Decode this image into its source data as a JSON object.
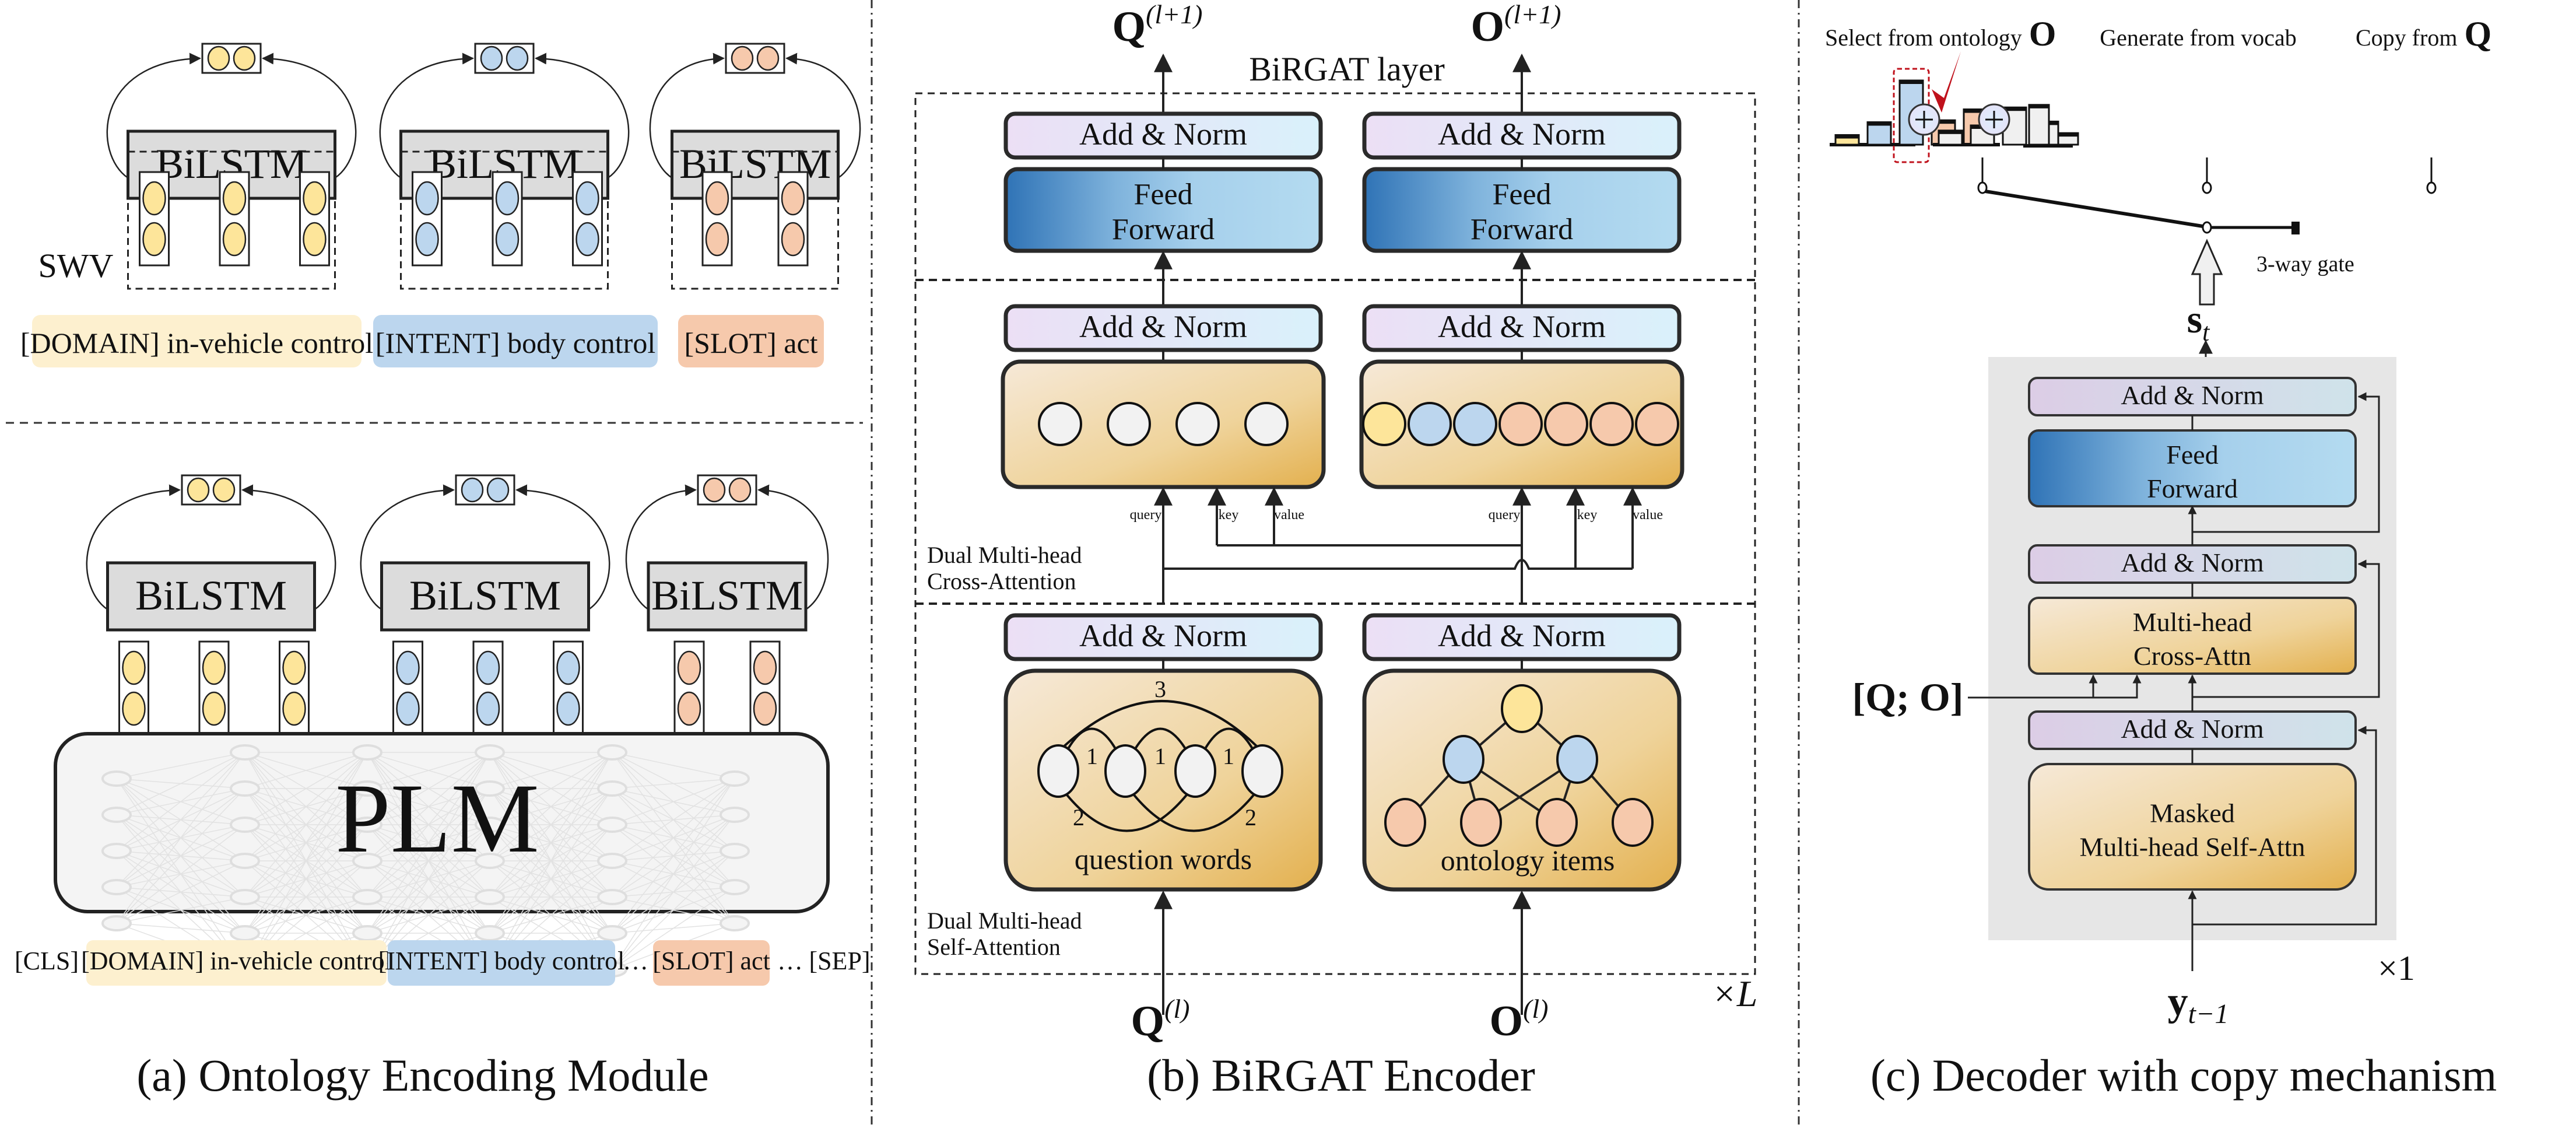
{
  "figure": {
    "panel_a": {
      "caption": "(a) Ontology Encoding Module",
      "top": {
        "swv_label": "SWV",
        "groups": [
          {
            "name": "domain",
            "block_label": "BiLSTM",
            "vector_count": 3,
            "color": "#fde59a",
            "tag": "[DOMAIN]",
            "text": " in-vehicle control",
            "tag_bg": "#fdf0cf"
          },
          {
            "name": "intent",
            "block_label": "BiLSTM",
            "vector_count": 3,
            "color": "#bcd6ee",
            "tag": "[INTENT]",
            "text": " body control",
            "tag_bg": "#bcd6ee"
          },
          {
            "name": "slot",
            "block_label": "BiLSTM",
            "vector_count": 2,
            "color": "#f6c9ac",
            "tag": "[SLOT]",
            "text": " act",
            "tag_bg": "#f6c9ac"
          }
        ]
      },
      "bottom": {
        "plm_label": "PLM",
        "groups": [
          {
            "name": "domain",
            "block_label": "BiLSTM",
            "vector_count": 3,
            "color": "#fde59a"
          },
          {
            "name": "intent",
            "block_label": "BiLSTM",
            "vector_count": 3,
            "color": "#bcd6ee"
          },
          {
            "name": "slot",
            "block_label": "BiLSTM",
            "vector_count": 2,
            "color": "#f6c9ac"
          }
        ],
        "token_sequence": [
          {
            "text": "[CLS]",
            "bg": ""
          },
          {
            "text": "[DOMAIN] in-vehicle control",
            "bg": "#fdf0cf"
          },
          {
            "text": "[INTENT] body control",
            "bg": "#bcd6ee"
          },
          {
            "text": "…",
            "bg": ""
          },
          {
            "text": "[SLOT] act",
            "bg": "#f6c9ac"
          },
          {
            "text": "…",
            "bg": ""
          },
          {
            "text": "[SEP]",
            "bg": ""
          }
        ]
      }
    },
    "panel_b": {
      "caption": "(b) BiRGAT Encoder",
      "layer_title": "BiRGAT layer",
      "output_q": "Q",
      "output_o": "O",
      "output_sup": "(l+1)",
      "input_q": "Q",
      "input_o": "O",
      "input_sup": "(l)",
      "repeat_label": "×L",
      "add_norm": "Add & Norm",
      "feed_forward_line1": "Feed",
      "feed_forward_line2": "Forward",
      "cross_attention_label_1": "Dual Multi-head",
      "cross_attention_label_2": "Cross-Attention",
      "self_attention_label_1": "Dual Multi-head",
      "self_attention_label_2": "Self-Attention",
      "qkv": [
        "query",
        "key",
        "value"
      ],
      "question_words_label": "question words",
      "ontology_items_label": "ontology items",
      "edge_labels": {
        "near": "1",
        "skip": "2",
        "far": "3"
      },
      "cross_left_nodes": [
        "#f2f2f2",
        "#f2f2f2",
        "#f2f2f2",
        "#f2f2f2"
      ],
      "cross_right_nodes": [
        "#fde59a",
        "#bcd6ee",
        "#bcd6ee",
        "#f6c9ac",
        "#f6c9ac",
        "#f6c9ac",
        "#f6c9ac"
      ]
    },
    "panel_c": {
      "caption": "(c) Decoder with copy mechanism",
      "dist_labels": {
        "select": "Select from ontology",
        "select_sym": "O",
        "generate": "Generate from vocab",
        "copy": "Copy from",
        "copy_sym": "Q"
      },
      "dist_select_values": [
        0.15,
        0.35,
        1.0,
        0.38,
        0.55
      ],
      "dist_select_colors": [
        "#fde59a",
        "#bcd6ee",
        "#bcd6ee",
        "#f6c9ac",
        "#f6c9ac"
      ],
      "dist_generate_values": [
        0.22,
        0.3,
        0.58,
        0.36
      ],
      "dist_copy_values": [
        0.62,
        0.18
      ],
      "selected_index": 2,
      "gate_label": "3-way gate",
      "state_label": "s",
      "state_sub": "t",
      "add_norm": "Add & Norm",
      "feed_forward_line1": "Feed",
      "feed_forward_line2": "Forward",
      "cross_attn_line1": "Multi-head",
      "cross_attn_line2": "Cross-Attn",
      "masked_line1": "Masked",
      "masked_line2": "Multi-head Self-Attn",
      "memory_label": "[Q; O]",
      "input_label": "y",
      "input_sub": "t−1",
      "repeat_label": "×1"
    }
  }
}
